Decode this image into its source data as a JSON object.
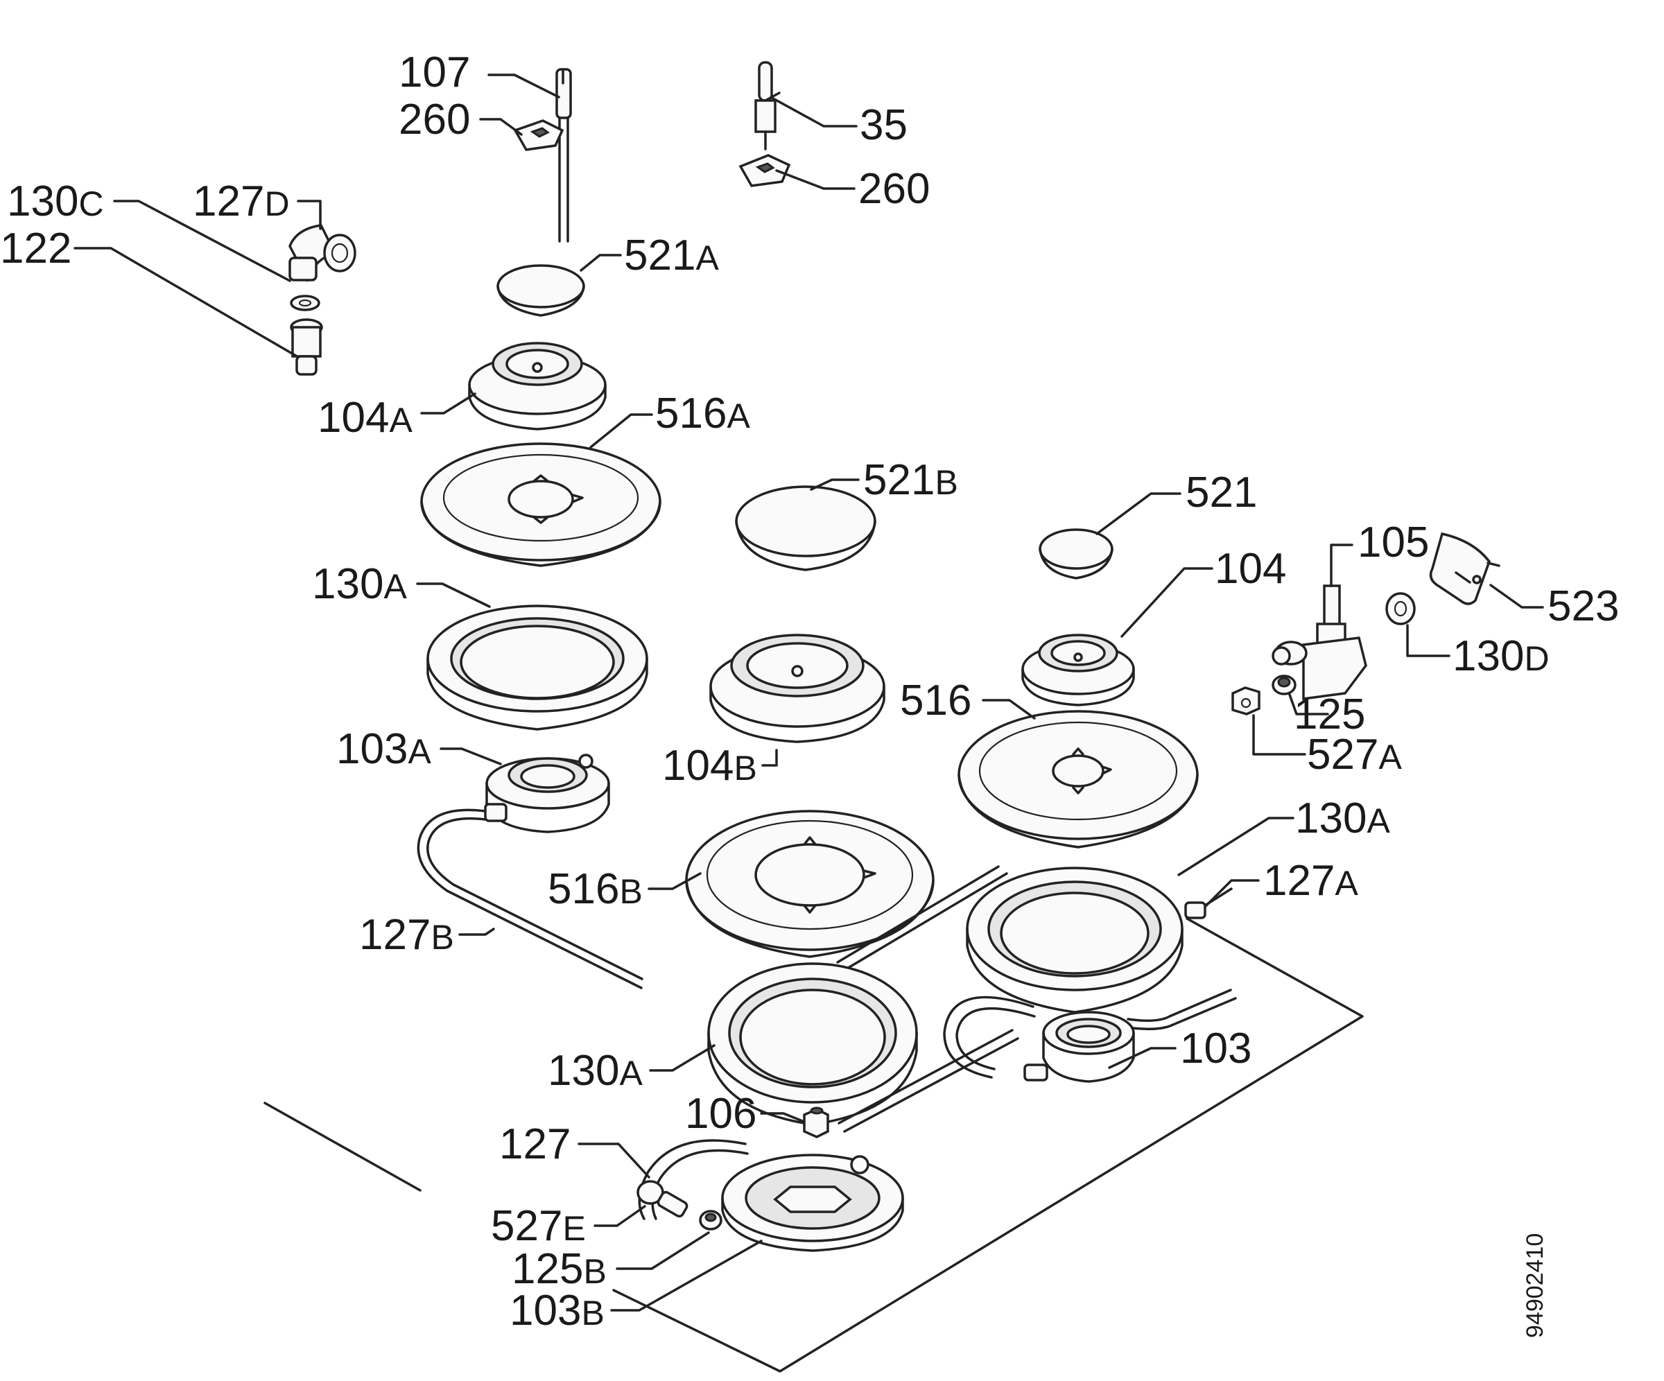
{
  "diagram_code": "94902410",
  "callouts": {
    "c107": {
      "num": "107",
      "sfx": ""
    },
    "c260a": {
      "num": "260",
      "sfx": ""
    },
    "c35": {
      "num": "35",
      "sfx": ""
    },
    "c260b": {
      "num": "260",
      "sfx": ""
    },
    "c130c": {
      "num": "130",
      "sfx": "C"
    },
    "c127d": {
      "num": "127",
      "sfx": "D"
    },
    "c122": {
      "num": "122",
      "sfx": ""
    },
    "c521a": {
      "num": "521",
      "sfx": "A"
    },
    "c104a": {
      "num": "104",
      "sfx": "A"
    },
    "c516a": {
      "num": "516",
      "sfx": "A"
    },
    "c521b": {
      "num": "521",
      "sfx": "B"
    },
    "c521": {
      "num": "521",
      "sfx": ""
    },
    "c105": {
      "num": "105",
      "sfx": ""
    },
    "c104": {
      "num": "104",
      "sfx": ""
    },
    "c523": {
      "num": "523",
      "sfx": ""
    },
    "c130d": {
      "num": "130",
      "sfx": "D"
    },
    "c130a1": {
      "num": "130",
      "sfx": "A"
    },
    "c516": {
      "num": "516",
      "sfx": ""
    },
    "c125": {
      "num": "125",
      "sfx": ""
    },
    "c527a": {
      "num": "527",
      "sfx": "A"
    },
    "c104b": {
      "num": "104",
      "sfx": "B"
    },
    "c103a": {
      "num": "103",
      "sfx": "A"
    },
    "c130a2": {
      "num": "130",
      "sfx": "A"
    },
    "c127a": {
      "num": "127",
      "sfx": "A"
    },
    "c516b": {
      "num": "516",
      "sfx": "B"
    },
    "c127b": {
      "num": "127",
      "sfx": "B"
    },
    "c103": {
      "num": "103",
      "sfx": ""
    },
    "c130a3": {
      "num": "130",
      "sfx": "A"
    },
    "c106": {
      "num": "106",
      "sfx": ""
    },
    "c127": {
      "num": "127",
      "sfx": ""
    },
    "c527e": {
      "num": "527",
      "sfx": "E"
    },
    "c125b": {
      "num": "125",
      "sfx": "B"
    },
    "c103b": {
      "num": "103",
      "sfx": "B"
    }
  }
}
